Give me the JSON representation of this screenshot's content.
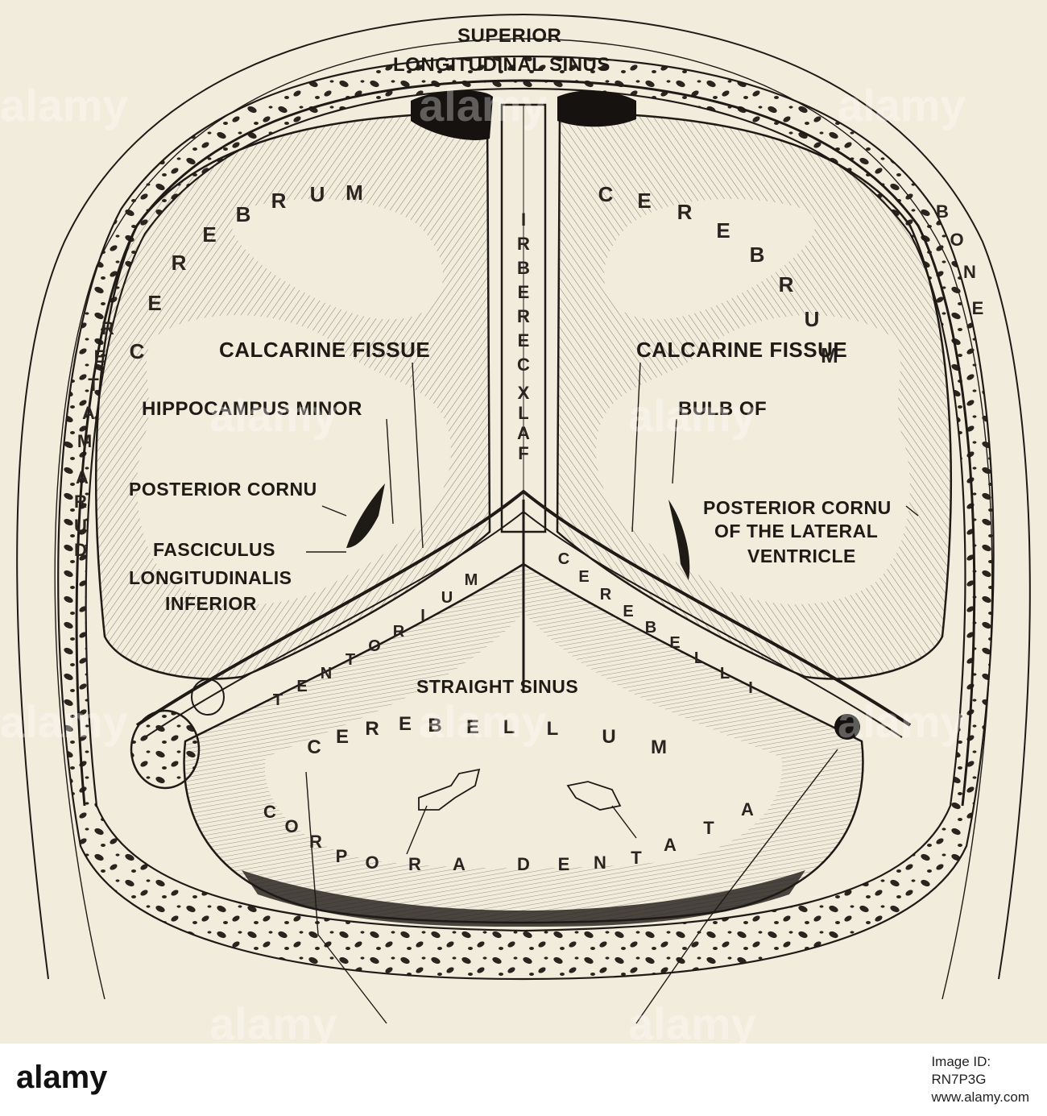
{
  "labels": {
    "superior": "SUPERIOR",
    "longitudinal_sinus": "LONGITUDINAL SINUS",
    "calcarine_left": "CALCARINE FISSUE",
    "calcarine_right": "CALCARINE FISSUE",
    "hippocampus": "HIPPOCAMPUS MINOR",
    "bulb_of": "BULB OF",
    "posterior_cornu_left": "POSTERIOR CORNU",
    "posterior_cornu_right_1": "POSTERIOR CORNU",
    "posterior_cornu_right_2": "OF THE LATERAL",
    "posterior_cornu_right_3": "VENTRICLE",
    "fasciculus_1": "FASCICULUS",
    "fasciculus_2": "LONGITUDINALIS",
    "fasciculus_3": "INFERIOR",
    "straight_sinus": "STRAIGHT SINUS"
  },
  "letters": {
    "cerebrum_left": [
      "C",
      "E",
      "R",
      "E",
      "B",
      "R",
      "U",
      "M"
    ],
    "cerebrum_right": [
      "C",
      "E",
      "R",
      "E",
      "B",
      "R",
      "U",
      "M"
    ],
    "falx_cerebri": [
      "F",
      "A",
      "L",
      "X",
      "C",
      "E",
      "R",
      "E",
      "B",
      "R",
      "I"
    ],
    "dura_mater": [
      "D",
      "U",
      "R",
      "A",
      "M",
      "A",
      "T",
      "E",
      "R"
    ],
    "bone": [
      "B",
      "O",
      "N",
      "E"
    ],
    "tentorium": [
      "T",
      "E",
      "N",
      "T",
      "O",
      "R",
      "I",
      "U",
      "M"
    ],
    "cerebelli": [
      "C",
      "E",
      "R",
      "E",
      "B",
      "E",
      "L",
      "L",
      "I"
    ],
    "cerebellum": [
      "C",
      "E",
      "R",
      "E",
      "B",
      "E",
      "L",
      "L",
      "U",
      "M"
    ],
    "corpora_dentata": [
      "C",
      "O",
      "R",
      "P",
      "O",
      "R",
      "A",
      "D",
      "E",
      "N",
      "T",
      "A",
      "T",
      "A"
    ]
  },
  "watermark": {
    "text": "alamy"
  },
  "footer": {
    "logo": "alamy",
    "image_id_label": "Image ID:",
    "image_id": "RN7P3G",
    "url": "www.alamy.com"
  },
  "colors": {
    "paper": "#f2ecdd",
    "ink": "#1e1a16"
  }
}
